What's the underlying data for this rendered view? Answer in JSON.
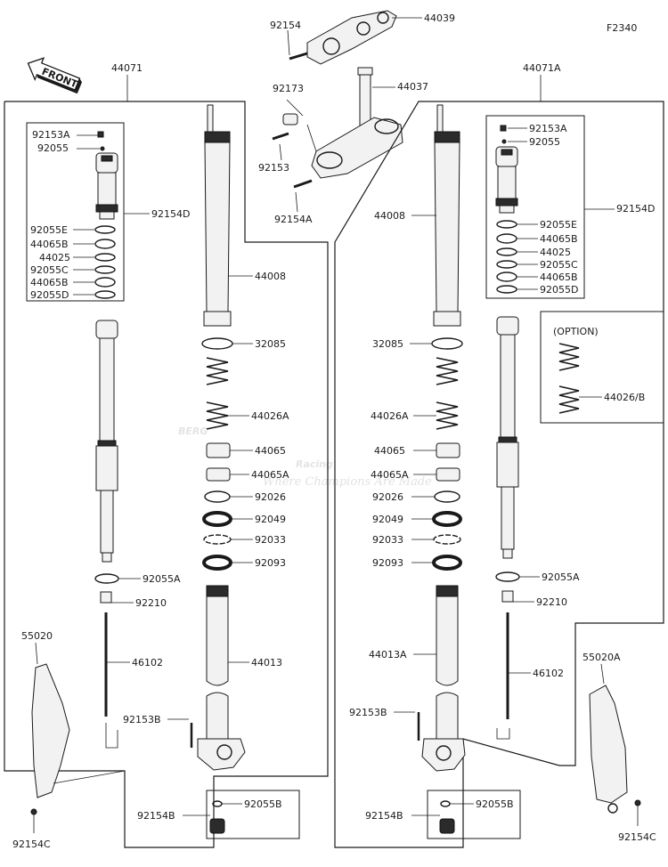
{
  "diagram_code": "F2340",
  "front_label": "FRONT",
  "option_label": "(OPTION)",
  "watermark": {
    "main": "BERG",
    "sub": "Racing",
    "tagline": "Where Champions Are Made"
  },
  "labels": {
    "top_92154": "92154",
    "top_44039": "44039",
    "top_92173": "92173",
    "top_44037": "44037",
    "top_92153": "92153",
    "top_92154A": "92154A",
    "l_44071": "44071",
    "l_92153A": "92153A",
    "l_92055": "92055",
    "l_92154D": "92154D",
    "l_92055E": "92055E",
    "l_44065B_1": "44065B",
    "l_44025": "44025",
    "l_92055C": "92055C",
    "l_44065B_2": "44065B",
    "l_92055D": "92055D",
    "l_44008": "44008",
    "l_32085": "32085",
    "l_44026A": "44026A",
    "l_44065": "44065",
    "l_44065A": "44065A",
    "l_92026": "92026",
    "l_92049": "92049",
    "l_92033": "92033",
    "l_92093": "92093",
    "l_92055A": "92055A",
    "l_92210": "92210",
    "l_46102": "46102",
    "l_44013": "44013",
    "l_92153B": "92153B",
    "l_92154B": "92154B",
    "l_92055B": "92055B",
    "l_55020": "55020",
    "l_92154C": "92154C",
    "r_44071A": "44071A",
    "r_92153A": "92153A",
    "r_92055": "92055",
    "r_92154D": "92154D",
    "r_44008": "44008",
    "r_92055E": "92055E",
    "r_44065B_1": "44065B",
    "r_44025": "44025",
    "r_92055C": "92055C",
    "r_44065B_2": "44065B",
    "r_92055D": "92055D",
    "r_32085": "32085",
    "r_44026A": "44026A",
    "r_44026B": "44026/B",
    "r_44065": "44065",
    "r_44065A": "44065A",
    "r_92026": "92026",
    "r_92049": "92049",
    "r_92033": "92033",
    "r_92093": "92093",
    "r_92055A": "92055A",
    "r_92210": "92210",
    "r_46102": "46102",
    "r_44013A": "44013A",
    "r_92153B": "92153B",
    "r_55020A": "55020A",
    "r_92154B": "92154B",
    "r_92055B": "92055B",
    "r_92154C": "92154C"
  }
}
